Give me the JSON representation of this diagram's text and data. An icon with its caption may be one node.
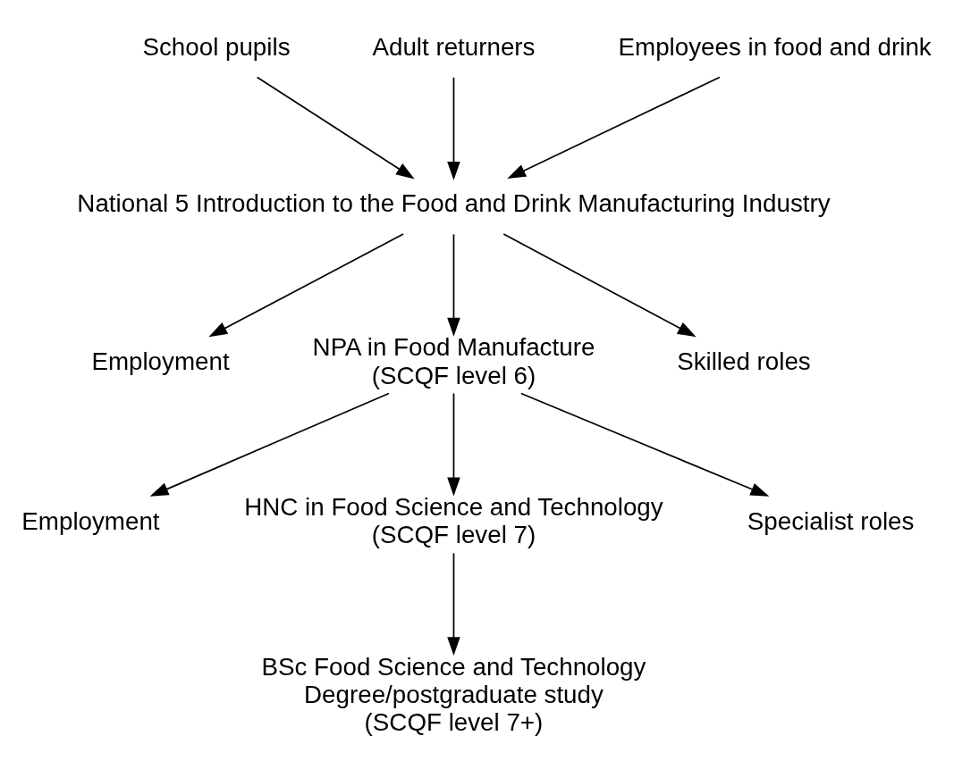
{
  "diagram": {
    "nodes": [
      {
        "text": [
          "School pupils"
        ]
      },
      {
        "text": [
          "Adult returners"
        ]
      },
      {
        "text": [
          "Employees in food and drink"
        ]
      },
      {
        "text": [
          "National 5 Introduction to the Food and Drink Manufacturing Industry"
        ]
      },
      {
        "text": [
          "Employment"
        ]
      },
      {
        "text": [
          "NPA in Food Manufacture",
          "(SCQF level 6)"
        ]
      },
      {
        "text": [
          "Skilled roles"
        ]
      },
      {
        "text": [
          "Employment"
        ]
      },
      {
        "text": [
          "HNC in Food Science and Technology",
          "(SCQF level 7)"
        ]
      },
      {
        "text": [
          "Specialist roles"
        ]
      },
      {
        "text": [
          "BSc Food Science and Technology",
          "Degree/postgraduate study",
          "(SCQF level 7+)"
        ]
      }
    ],
    "edges": [
      {
        "from": 0,
        "to": 3,
        "arrow": "to"
      },
      {
        "from": 1,
        "to": 3,
        "arrow": "to"
      },
      {
        "from": 2,
        "to": 3,
        "arrow": "to"
      },
      {
        "from": 3,
        "to": 4,
        "arrow": "to"
      },
      {
        "from": 3,
        "to": 5,
        "arrow": "to"
      },
      {
        "from": 3,
        "to": 6,
        "arrow": "to"
      },
      {
        "from": 5,
        "to": 7,
        "arrow": "to"
      },
      {
        "from": 5,
        "to": 8,
        "arrow": "to"
      },
      {
        "from": 5,
        "to": 9,
        "arrow": "to"
      },
      {
        "from": 8,
        "to": 10,
        "arrow": "to"
      }
    ]
  }
}
